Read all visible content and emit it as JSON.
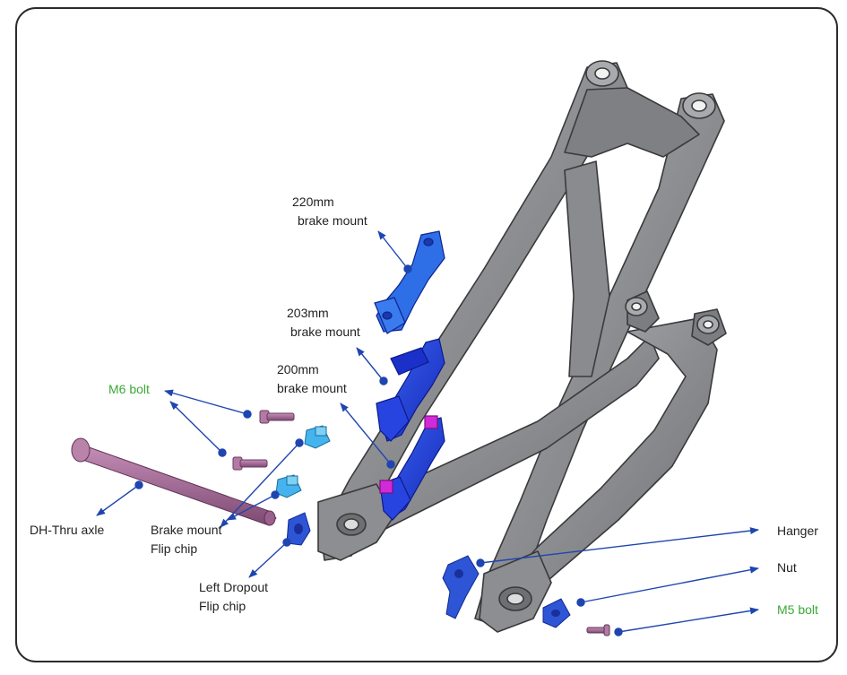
{
  "labels": {
    "mount_220": [
      "220mm",
      "brake mount"
    ],
    "mount_203": [
      "203mm",
      "brake mount"
    ],
    "mount_200": [
      "200mm",
      "brake mount"
    ],
    "m6_bolt": "M6 bolt",
    "thru_axle": "DH-Thru axle",
    "brake_flip_chip": [
      "Brake mount",
      "Flip chip"
    ],
    "dropout_flip_chip": [
      "Left Dropout",
      "Flip chip"
    ],
    "hanger": "Hanger",
    "nut": "Nut",
    "m5_bolt": "M5 bolt"
  },
  "colors": {
    "frame": "#8f9093",
    "frame_stroke": "#3a3a3c",
    "mount_blue": "#1f3fd9",
    "mount_blue_light": "#2d6fe0",
    "chip_cyan": "#3fb0e8",
    "bolt_pink": "#a86a9a",
    "magenta": "#d22ad6",
    "arrow": "#1f45b0",
    "text": "#222222",
    "bolt_label_green": "#3aaa35"
  }
}
